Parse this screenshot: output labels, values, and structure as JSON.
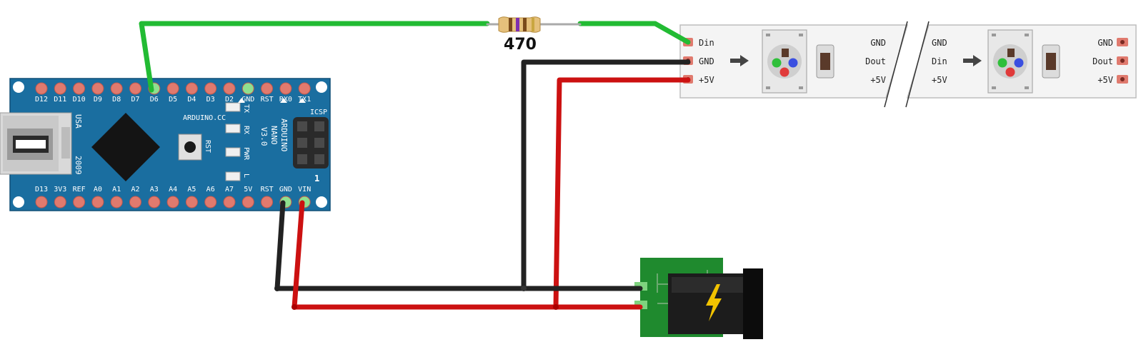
{
  "resistor": {
    "value": "470"
  },
  "arduino": {
    "board_name": [
      "ARDUINO",
      "NANO",
      "V3.0"
    ],
    "brand": "ARDUINO.CC",
    "usa": "USA",
    "year": "2009",
    "icsp": "ICSP",
    "icsp_pin": "1",
    "rst_button": "RST",
    "leds": [
      "TX",
      "RX",
      "PWR",
      "L"
    ],
    "top_pins": [
      "D12",
      "D11",
      "D10",
      "D9",
      "D8",
      "D7",
      "D6",
      "D5",
      "D4",
      "D3",
      "D2",
      "GND",
      "RST",
      "RX0",
      "TX1"
    ],
    "bottom_pins": [
      "D13",
      "3V3",
      "REF",
      "A0",
      "A1",
      "A2",
      "A3",
      "A4",
      "A5",
      "A6",
      "A7",
      "5V",
      "RST",
      "GND",
      "VIN"
    ]
  },
  "led_strip": {
    "seg1_in": [
      "Din",
      "GND",
      "+5V"
    ],
    "seg1_out": [
      "GND",
      "Dout",
      "+5V"
    ],
    "seg2_in": [
      "GND",
      "Din",
      "+5V"
    ],
    "seg2_out": [
      "GND",
      "Dout",
      "+5V"
    ]
  },
  "colors": {
    "board": "#1a6ea0",
    "wire_data": "#22bb33",
    "wire_gnd": "#222222",
    "wire_power": "#cc1111",
    "jack_pcb": "#1f8a2e",
    "pad": "#e07a6e"
  },
  "icons": [
    "lightning-bolt-icon",
    "arrow-right-icon",
    "rgb-led-icon",
    "usb-connector-icon"
  ]
}
